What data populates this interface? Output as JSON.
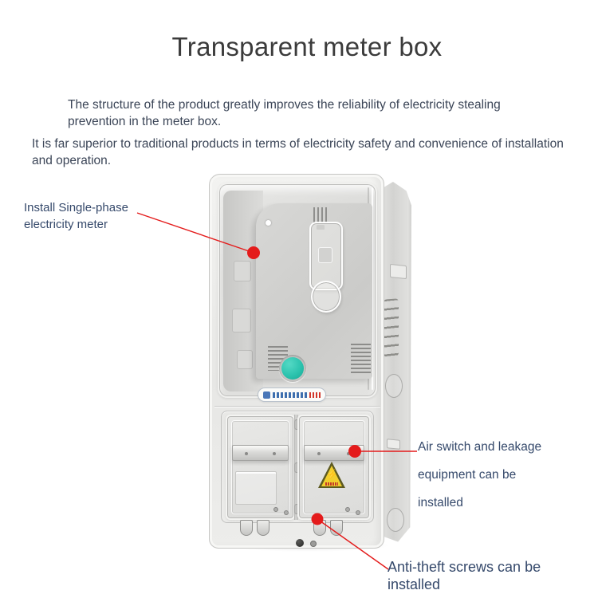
{
  "page": {
    "title": "Transparent meter box",
    "intro": [
      "The structure of the product greatly improves the reliability of electricity stealing prevention in the meter box.",
      "It is far superior to traditional products in terms of electricity safety and convenience of installation and operation."
    ]
  },
  "annotations": {
    "single_phase_meter": {
      "text": "Install Single-phase electricity meter"
    },
    "air_switch": {
      "lines": [
        "Air switch and leakage",
        "equipment can be",
        "installed"
      ]
    },
    "anti_theft": {
      "text": "Anti-theft screws can be installed"
    }
  },
  "icons": {
    "warning_bolt": "⚡"
  },
  "colors": {
    "leader_red": "#e41b1b",
    "title_text": "#3b3b3b",
    "body_text": "#3b4557",
    "annotation_text": "#35496b",
    "button_teal": "#2cc3ae",
    "warning_yellow": "#f1cf2e",
    "box_shell": "#eaeae8",
    "label_blue": "#3e6fae",
    "label_red": "#d2372c"
  }
}
